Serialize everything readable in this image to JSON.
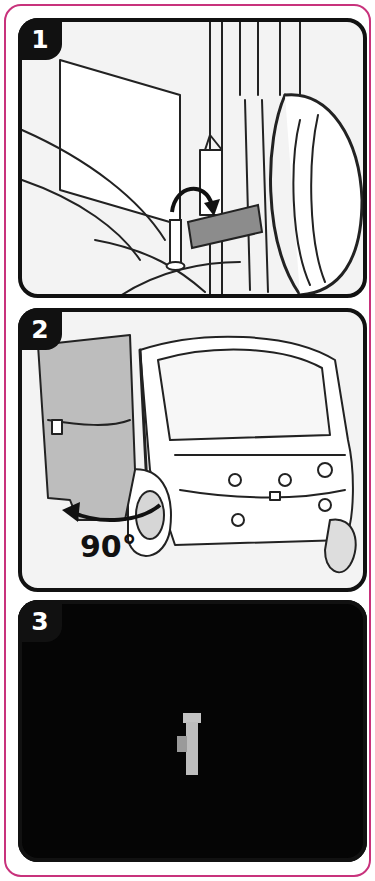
{
  "diagram": {
    "nodes": [
      {
        "text": [
          "1"
        ]
      },
      {
        "text": [
          "2",
          "90°"
        ]
      },
      {
        "text": [
          "3"
        ]
      }
    ]
  }
}
